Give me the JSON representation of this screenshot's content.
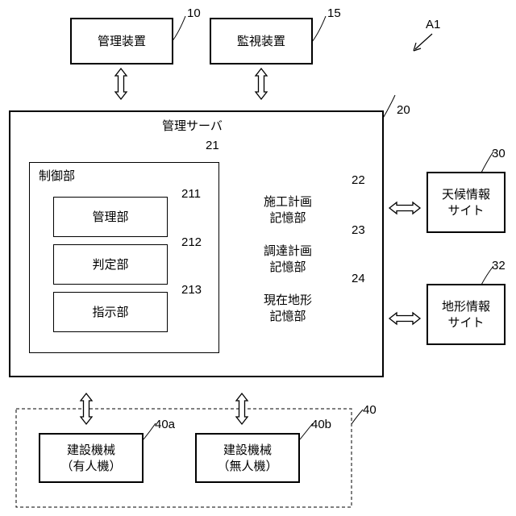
{
  "figure_ref": "A1",
  "devices": {
    "management_device": {
      "label": "管理装置",
      "ref": "10"
    },
    "monitoring_device": {
      "label": "監視装置",
      "ref": "15"
    }
  },
  "server": {
    "title": "管理サーバ",
    "ref": "20",
    "control_unit": {
      "title": "制御部",
      "ref": "21",
      "units": [
        {
          "label": "管理部",
          "ref": "211"
        },
        {
          "label": "判定部",
          "ref": "212"
        },
        {
          "label": "指示部",
          "ref": "213"
        }
      ]
    },
    "storages": [
      {
        "label": "施工計画\n記憶部",
        "ref": "22"
      },
      {
        "label": "調達計画\n記憶部",
        "ref": "23"
      },
      {
        "label": "現在地形\n記憶部",
        "ref": "24"
      }
    ]
  },
  "sites": [
    {
      "label": "天候情報\nサイト",
      "ref": "30"
    },
    {
      "label": "地形情報\nサイト",
      "ref": "32"
    }
  ],
  "machines": {
    "ref": "40",
    "items": [
      {
        "label": "建設機械\n（有人機）",
        "ref": "40a"
      },
      {
        "label": "建設機械\n（無人機）",
        "ref": "40b"
      }
    ]
  }
}
